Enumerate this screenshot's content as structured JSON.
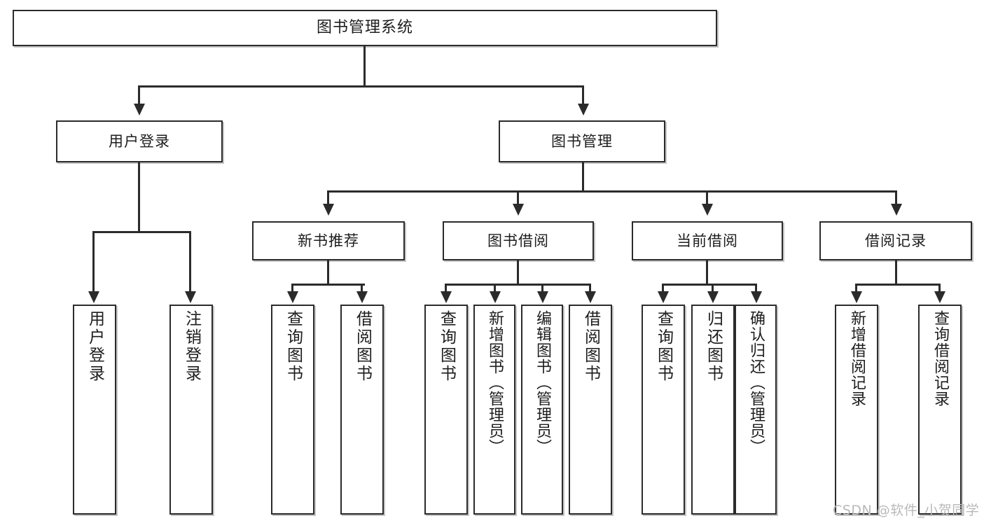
{
  "diagram": {
    "title_node": {
      "label": "图书管理系统"
    },
    "level1": [
      {
        "id": "user-login",
        "label": "用户登录"
      },
      {
        "id": "book-management",
        "label": "图书管理"
      }
    ],
    "level2": [
      {
        "id": "new-book-recommend",
        "label": "新书推荐"
      },
      {
        "id": "book-borrow",
        "label": "图书借阅"
      },
      {
        "id": "current-borrow",
        "label": "当前借阅"
      },
      {
        "id": "borrow-record",
        "label": "借阅记录"
      }
    ],
    "leaves": [
      {
        "id": "leaf-user-login",
        "label": "用户登录"
      },
      {
        "id": "leaf-logout",
        "label": "注销登录"
      },
      {
        "id": "leaf-query-book-1",
        "label": "查询图书"
      },
      {
        "id": "leaf-borrow-book-1",
        "label": "借阅图书"
      },
      {
        "id": "leaf-query-book-2",
        "label": "查询图书"
      },
      {
        "id": "leaf-add-book-admin",
        "label": "新增图书（管理员）"
      },
      {
        "id": "leaf-edit-book-admin",
        "label": "编辑图书（管理员）"
      },
      {
        "id": "leaf-borrow-book-2",
        "label": "借阅图书"
      },
      {
        "id": "leaf-query-book-3",
        "label": "查询图书"
      },
      {
        "id": "leaf-return-book",
        "label": "归还图书"
      },
      {
        "id": "leaf-confirm-return-admin",
        "label": "确认归还（管理员）"
      },
      {
        "id": "leaf-add-borrow-record",
        "label": "新增借阅记录"
      },
      {
        "id": "leaf-query-borrow-record",
        "label": "查询借阅记录"
      }
    ],
    "watermark": {
      "text": "CSDN @软件_小贺同学"
    }
  }
}
